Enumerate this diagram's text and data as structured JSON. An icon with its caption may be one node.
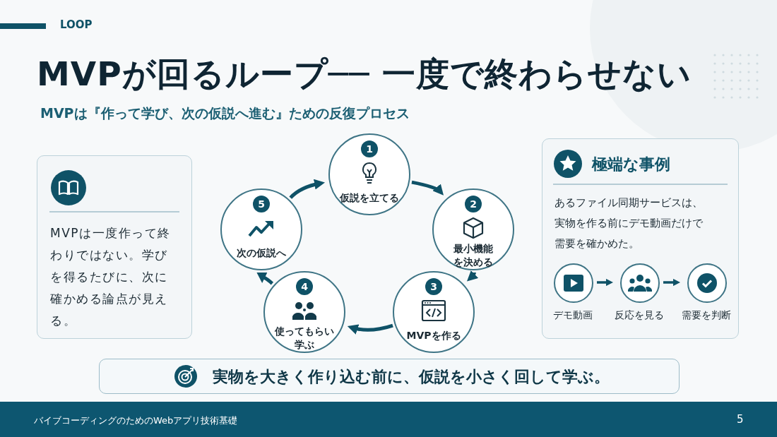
{
  "diagram": {
    "title": "MVPが回るループ── 一度で終わらせない",
    "nodes": [
      {
        "text": [
          "MVPは一度作って終わりではない。学びを得るたびに、次に確かめる論点が見える。"
        ]
      },
      {
        "text": [
          "1",
          "仮説を立てる"
        ]
      },
      {
        "text": [
          "2",
          "最小機能を決める"
        ]
      },
      {
        "text": [
          "3",
          "MVPを作る"
        ]
      },
      {
        "text": [
          "4",
          "使ってもらい学ぶ"
        ]
      },
      {
        "text": [
          "5",
          "次の仮説へ"
        ]
      },
      {
        "text": [
          "極端な事例",
          "あるファイル同期サービスは、実物を作る前にデモ動画だけで需要を確かめた。"
        ]
      },
      {
        "text": [],
        "shape": "circle",
        "in": 6,
        "beside": [
          "デモ動画"
        ]
      },
      {
        "text": [],
        "shape": "circle",
        "in": 6,
        "beside": [
          "反応を見る"
        ]
      },
      {
        "text": [],
        "shape": "circle",
        "in": 6,
        "beside": [
          "需要を判断"
        ]
      },
      {
        "text": [
          "実物を大きく作り込む前に、仮説を小さく回して学ぶ。"
        ]
      }
    ],
    "edges": [
      {
        "from": 1,
        "to": 2,
        "arrow": "to"
      },
      {
        "from": 2,
        "to": 3,
        "arrow": "to"
      },
      {
        "from": 3,
        "to": 4,
        "arrow": "to"
      },
      {
        "from": 4,
        "to": 5,
        "arrow": "to"
      },
      {
        "from": 5,
        "to": 1,
        "arrow": "to"
      },
      {
        "from": 7,
        "to": 8,
        "arrow": "to"
      },
      {
        "from": 8,
        "to": 9,
        "arrow": "to"
      }
    ],
    "labels": [
      "LOOP",
      "MVPは『作って学び、次の仮説へ進む』ための反復プロセス",
      "バイブコーディングのためのWebアプリ技術基礎",
      "5"
    ]
  }
}
